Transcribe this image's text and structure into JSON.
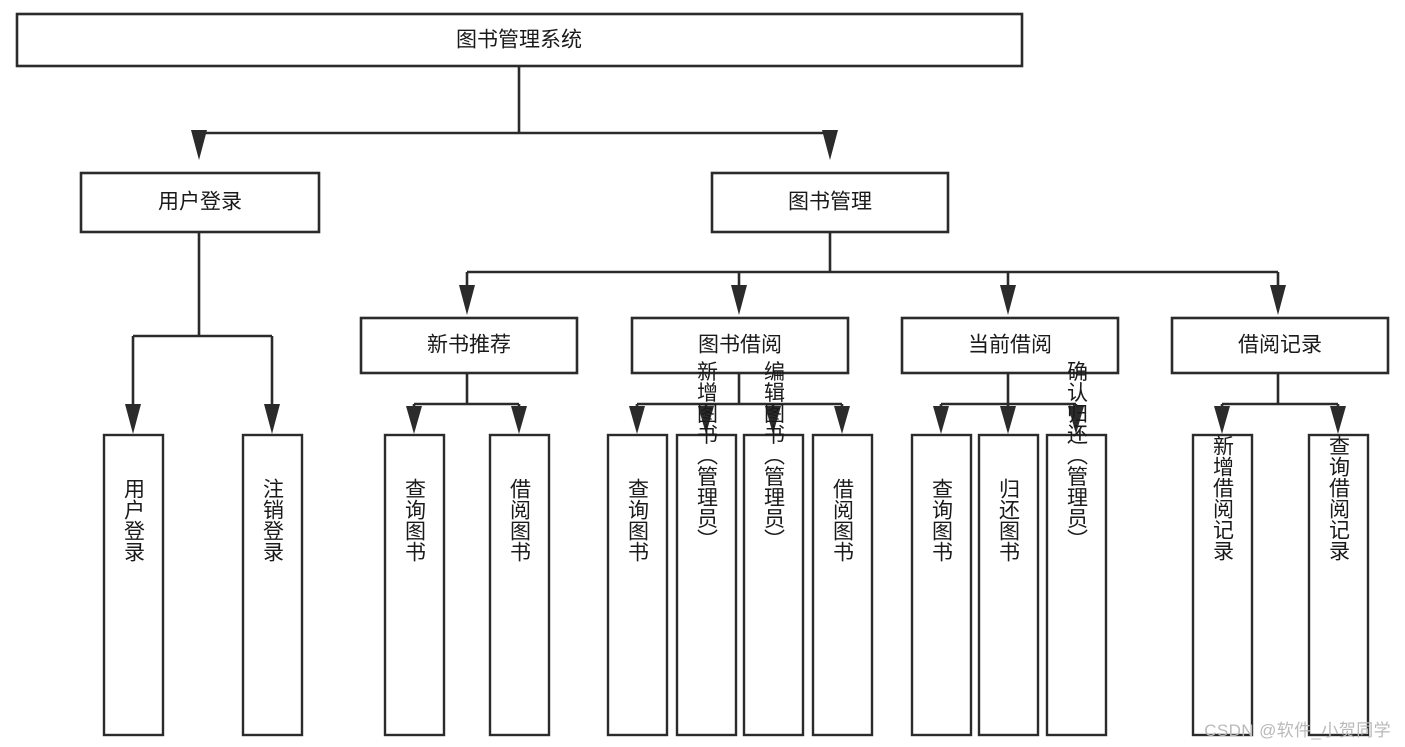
{
  "diagram": {
    "type": "tree-hierarchy",
    "orientation": "top-down",
    "colors": {
      "stroke": "#2b2b2b",
      "fill": "#ffffff",
      "text": "#1a1a1a",
      "background": "#ffffff",
      "watermark": "#b9b9b9"
    },
    "root": {
      "id": "root",
      "label": "图书管理系统"
    },
    "level1": [
      {
        "id": "user-login",
        "label": "用户登录"
      },
      {
        "id": "book-management",
        "label": "图书管理"
      }
    ],
    "level2": [
      {
        "id": "new-book-recommend",
        "label": "新书推荐",
        "parent": "book-management"
      },
      {
        "id": "book-borrow",
        "label": "图书借阅",
        "parent": "book-management"
      },
      {
        "id": "current-borrow",
        "label": "当前借阅",
        "parent": "book-management"
      },
      {
        "id": "borrow-record",
        "label": "借阅记录",
        "parent": "book-management"
      }
    ],
    "leaves": {
      "user-login": [
        {
          "id": "leaf-user-login",
          "label": "用户登录"
        },
        {
          "id": "leaf-user-logout",
          "label": "注销登录"
        }
      ],
      "new-book-recommend": [
        {
          "id": "leaf-query-book-1",
          "label": "查询图书"
        },
        {
          "id": "leaf-borrow-book-1",
          "label": "借阅图书"
        }
      ],
      "book-borrow": [
        {
          "id": "leaf-query-book-2",
          "label": "查询图书"
        },
        {
          "id": "leaf-add-book",
          "label": "新增图书（管理员）"
        },
        {
          "id": "leaf-edit-book",
          "label": "编辑图书（管理员）"
        },
        {
          "id": "leaf-borrow-book-2",
          "label": "借阅图书"
        }
      ],
      "current-borrow": [
        {
          "id": "leaf-query-book-3",
          "label": "查询图书"
        },
        {
          "id": "leaf-return-book",
          "label": "归还图书"
        },
        {
          "id": "leaf-confirm-return",
          "label": "确认归还（管理员）"
        }
      ],
      "borrow-record": [
        {
          "id": "leaf-add-record",
          "label": "新增借阅记录"
        },
        {
          "id": "leaf-query-record",
          "label": "查询借阅记录"
        }
      ]
    }
  },
  "watermark": {
    "text": "CSDN @软件_小贺同学"
  }
}
